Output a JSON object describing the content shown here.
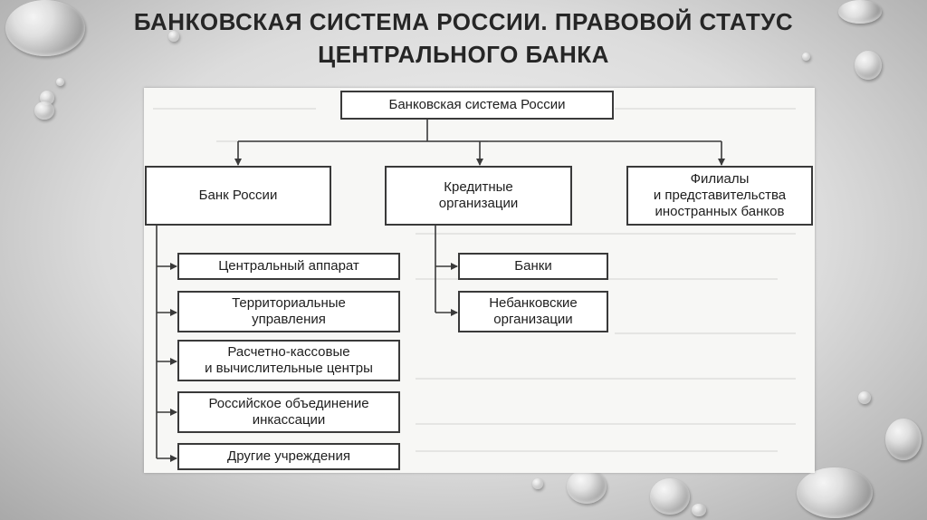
{
  "slide": {
    "title": "БАНКОВСКАЯ СИСТЕМА РОССИИ. ПРАВОВОЙ СТАТУС ЦЕНТРАЛЬНОГО БАНКА"
  },
  "diagram": {
    "root": "Банковская система России",
    "level1": [
      "Банк России",
      "Кредитные\nорганизации",
      "Филиалы\nи представительства\nиностранных банков"
    ],
    "bank_russia_children": [
      "Центральный аппарат",
      "Территориальные\nуправления",
      "Расчетно-кассовые\nи вычислительные центры",
      "Российское объединение\nинкассации",
      "Другие учреждения"
    ],
    "credit_org_children": [
      "Банки",
      "Небанковские\nорганизации"
    ]
  },
  "colors": {
    "box_border": "#3a3a3a",
    "title_text": "#262626",
    "panel_bg": "#f7f7f5"
  }
}
